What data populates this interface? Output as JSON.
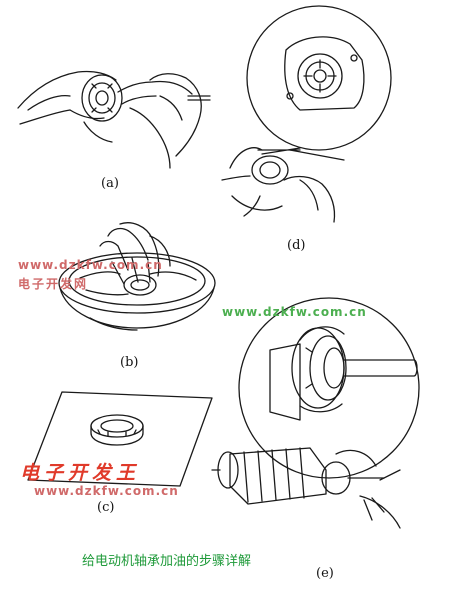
{
  "panels": {
    "a": {
      "label": "(a)"
    },
    "b": {
      "label": "(b)"
    },
    "c": {
      "label": "(c)"
    },
    "d": {
      "label": "(d)"
    },
    "e": {
      "label": "(e)"
    }
  },
  "watermarks": {
    "url_top": "www.dzkfw.com.cn",
    "cn_site": "电子开发网",
    "url_middle": "www.dzkfw.com.cn",
    "logo_text": "电子开发王",
    "url_bottom": "www.dzkfw.com.cn"
  },
  "caption": "给电动机轴承加油的步骤详解",
  "colors": {
    "line": "#1a1a1a",
    "watermark_red": "#d06a6a",
    "watermark_green": "#4caf50",
    "logo_red": "#e03a2a",
    "caption": "#1f9a3a"
  }
}
